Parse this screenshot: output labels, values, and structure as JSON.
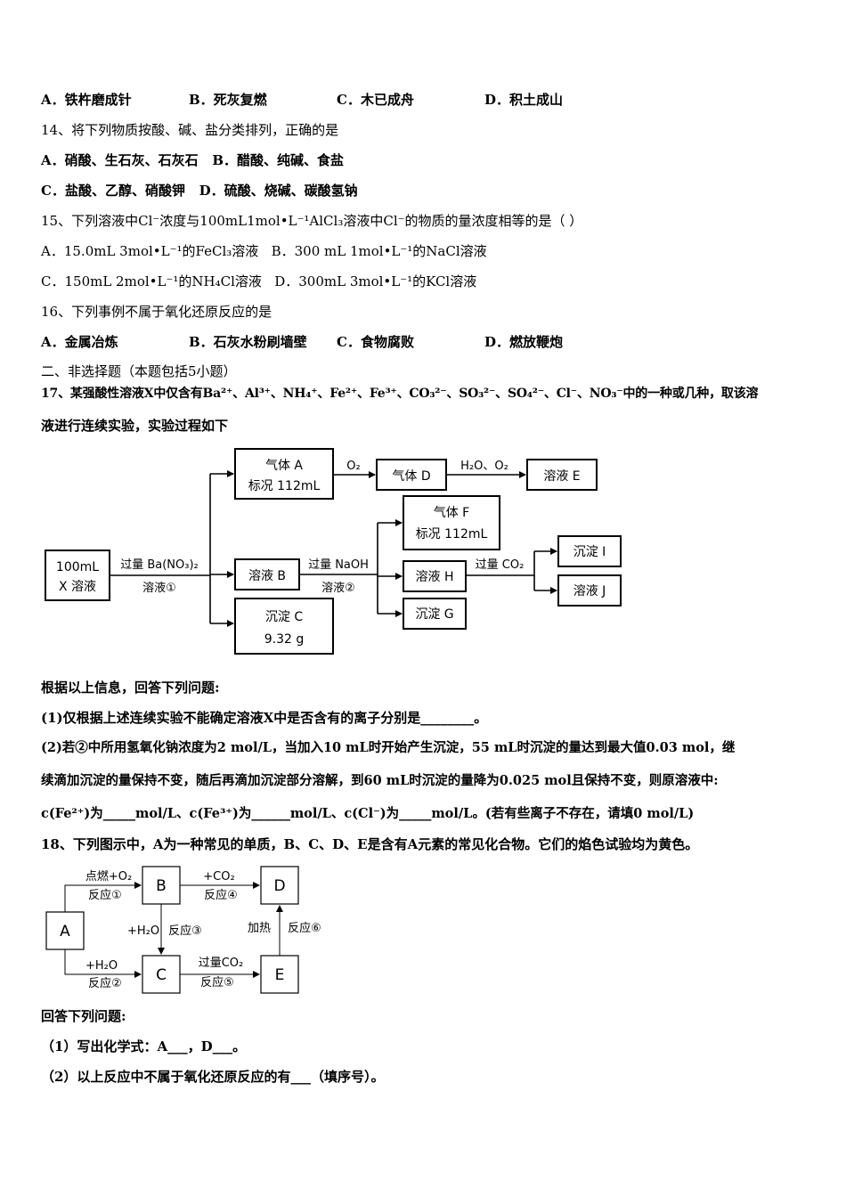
{
  "q13": {
    "options": [
      "A．铁杵磨成针",
      "B．死灰复燃",
      "C．木已成舟",
      "D．积土成山"
    ]
  },
  "q14": {
    "stem": "14、将下列物质按酸、碱、盐分类排列，正确的是",
    "opt_a": "A．硝酸、生石灰、石灰石",
    "opt_b": "B．醋酸、纯碱、食盐",
    "opt_c": "C．盐酸、乙醇、硝酸钾",
    "opt_d": "D．硫酸、烧碱、碳酸氢钠"
  },
  "q15": {
    "stem": "15、下列溶液中Cl⁻浓度与100mL1mol•L⁻¹AlCl₃溶液中Cl⁻的物质的量浓度相等的是（    ）",
    "opt_a": "A．15.0mL 3mol•L⁻¹的FeCl₃溶液",
    "opt_b": "B．300 mL 1mol•L⁻¹的NaCl溶液",
    "opt_c": "C．150mL 2mol•L⁻¹的NH₄Cl溶液",
    "opt_d": "D．300mL 3mol•L⁻¹的KCl溶液"
  },
  "q16": {
    "stem": "16、下列事例不属于氧化还原反应的是",
    "options": [
      "A．金属冶炼",
      "B．石灰水粉刷墙壁",
      "C．食物腐败",
      "D．燃放鞭炮"
    ]
  },
  "section2": "二、非选择题（本题包括5小题）",
  "q17": {
    "stem_line1": "17、某强酸性溶液X中仅含有Ba²⁺、Al³⁺、NH₄⁺、Fe²⁺、Fe³⁺、CO₃²⁻、SO₃²⁻、SO₄²⁻、Cl⁻、NO₃⁻中的一种或几种，取该溶",
    "stem_line2": "液进行连续实验，实验过程如下",
    "diagram": {
      "start_line1": "100mL",
      "start_line2": "X 溶液",
      "reagent1_top": "过量 Ba(NO₃)₂",
      "reagent1_bottom": "溶液①",
      "gasA_line1": "气体 A",
      "gasA_line2": "标况 112mL",
      "o2": "O₂",
      "gasD": "气体 D",
      "h2o_o2": "H₂O、O₂",
      "solE": "溶液 E",
      "solB": "溶液 B",
      "reagent2_top": "过量 NaOH",
      "reagent2_bottom": "溶液②",
      "gasF_line1": "气体 F",
      "gasF_line2": "标况 112mL",
      "solH": "溶液 H",
      "co2": "过量 CO₂",
      "precI": "沉淀 I",
      "solJ": "溶液 J",
      "precG": "沉淀 G",
      "precC_line1": "沉淀 C",
      "precC_line2": "9.32 g"
    },
    "intro": "根据以上信息，回答下列问题:",
    "p1": "(1)仅根据上述连续实验不能确定溶液X中是否含有的离子分别是________。",
    "p2_line1": "(2)若②中所用氢氧化钠浓度为2 mol/L，当加入10 mL时开始产生沉淀，55 mL时沉淀的量达到最大值0.03 mol，继",
    "p2_line2": "续滴加沉淀的量保持不变，随后再滴加沉淀部分溶解，到60 mL时沉淀的量降为0.025 mol且保持不变，则原溶液中:",
    "p2_line3": "c(Fe²⁺)为_____mol/L、c(Fe³⁺)为______mol/L、c(Cl⁻)为_____mol/L。(若有些离子不存在，请填0 mol/L)"
  },
  "q18": {
    "stem": "18、下列图示中，A为一种常见的单质，B、C、D、E是含有A元素的常见化合物。它们的焰色试验均为黄色。",
    "diagram": {
      "A": "A",
      "B": "B",
      "C": "C",
      "D": "D",
      "E": "E",
      "r1_top": "点燃+O₂",
      "r1_bottom": "反应①",
      "r2_top": "+H₂O",
      "r2_bottom": "反应②",
      "r3_left": "+H₂O",
      "r3_right": "反应③",
      "r4_top": "+CO₂",
      "r4_bottom": "反应④",
      "r5_top": "过量CO₂",
      "r5_bottom": "反应⑤",
      "r6_left": "加热",
      "r6_right": "反应⑥"
    },
    "intro": "回答下列问题:",
    "p1": "（1）写出化学式：A___，D___。",
    "p2": "（2）以上反应中不属于氧化还原反应的有___（填序号）。"
  }
}
